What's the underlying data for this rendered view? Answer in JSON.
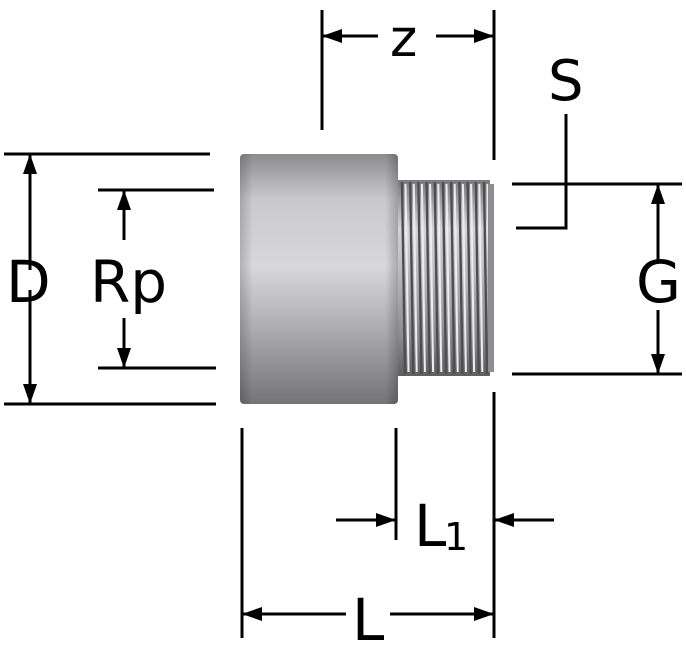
{
  "labels": {
    "D": "D",
    "Rp": "Rp",
    "G": "G",
    "z": "z",
    "S": "S",
    "L1_main": "L",
    "L1_sub": "1",
    "L": "L"
  },
  "colors": {
    "ink": "#000000",
    "body_light": "#cfcfd1",
    "body_mid": "#9d9da0",
    "body_dark": "#6f6f72",
    "thread_light": "#e3e3e5",
    "thread_dark": "#5a5a5d"
  }
}
